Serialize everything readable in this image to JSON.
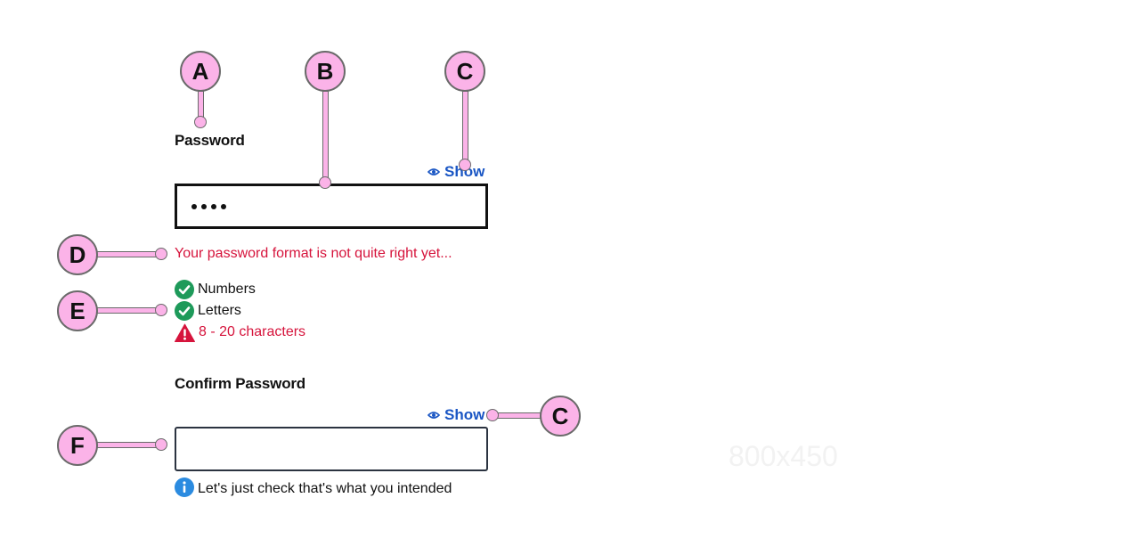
{
  "password": {
    "label": "Password",
    "show_label": "Show",
    "masked_length": 4,
    "error_message": "Your password format is not quite right yet...",
    "rules": [
      {
        "label": "Numbers",
        "status": "pass"
      },
      {
        "label": "Letters",
        "status": "pass"
      },
      {
        "label": "8 - 20 characters",
        "status": "fail"
      }
    ]
  },
  "confirm": {
    "label": "Confirm Password",
    "show_label": "Show",
    "value": "",
    "info_message": "Let's just check that's what you intended"
  },
  "callouts": {
    "a": "A",
    "b": "B",
    "c_top": "C",
    "c_bottom": "C",
    "d": "D",
    "e": "E",
    "f": "F"
  },
  "watermark": "800x450",
  "icons": {
    "show": "eye-icon",
    "pass": "check-circle-icon",
    "fail": "warning-triangle-icon",
    "info": "info-circle-icon"
  },
  "colors": {
    "link": "#1a56c4",
    "error": "#d6143c",
    "success": "#1e9a5a",
    "info": "#2b8be0",
    "callout_fill": "#fbb3e8"
  }
}
